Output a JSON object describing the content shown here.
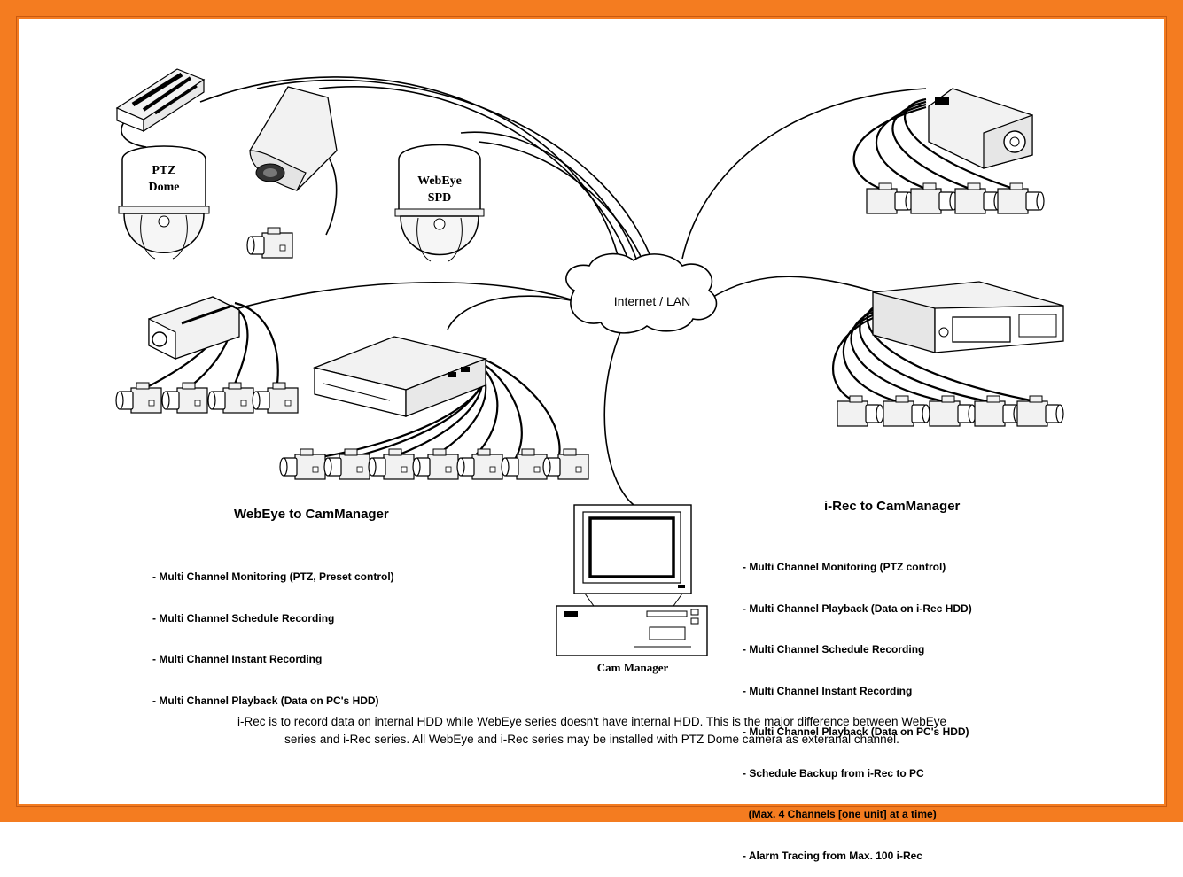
{
  "devices": {
    "ptz_dome_label_line1": "PTZ",
    "ptz_dome_label_line2": "Dome",
    "webeye_spd_label_line1": "WebEye",
    "webeye_spd_label_line2": "SPD",
    "network_label": "Internet / LAN",
    "pc_label": "Cam Manager"
  },
  "webeye_section": {
    "title": "WebEye to CamManager",
    "features": [
      "- Multi Channel Monitoring (PTZ, Preset control)",
      "- Multi Channel Schedule Recording",
      "- Multi Channel Instant Recording",
      "- Multi Channel Playback (Data on PC's HDD)"
    ]
  },
  "irec_section": {
    "title": "i-Rec to CamManager",
    "features": [
      "- Multi Channel Monitoring (PTZ control)",
      "- Multi Channel Playback (Data on i-Rec HDD)",
      "- Multi Channel Schedule Recording",
      "- Multi Channel Instant Recording",
      "- Multi Channel Playback (Data on PC's HDD)",
      "- Schedule Backup from i-Rec to PC",
      "  (Max. 4 Channels [one unit] at a time)",
      "- Alarm Tracing from Max. 100 i-Rec"
    ]
  },
  "footer_note": {
    "line1": "i-Rec is to record data on internal HDD while WebEye series doesn't have internal HDD. This is the major difference between WebEye",
    "line2": "series and i-Rec series. All WebEye and i-Rec series may be installed with  PTZ Dome camera as exteranal channel."
  },
  "colors": {
    "border": "#f47c20",
    "line": "#000000",
    "device_fill": "#f2f2f2"
  }
}
